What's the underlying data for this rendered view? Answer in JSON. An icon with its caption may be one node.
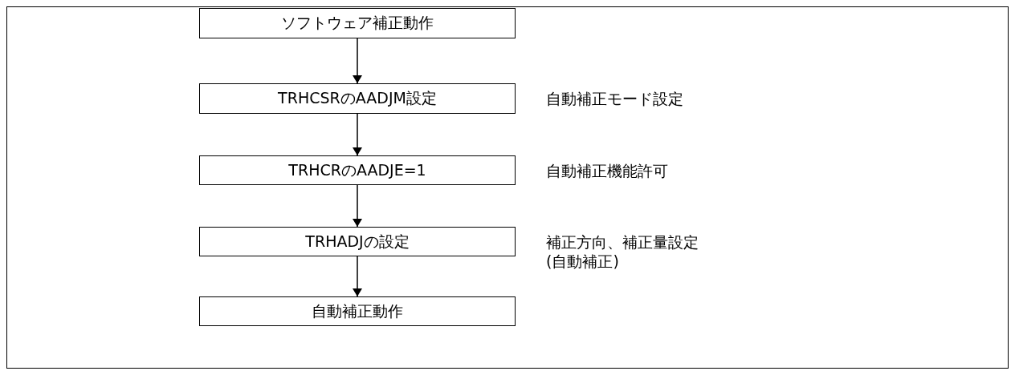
{
  "diagram": {
    "nodes": [
      {
        "text": [
          "ソフトウェア補正動作"
        ]
      },
      {
        "text": [
          "TRHCSRのAADJM設定"
        ],
        "beside": [
          "自動補正モード設定"
        ]
      },
      {
        "text": [
          "TRHCRのAADJE=1"
        ],
        "beside": [
          "自動補正機能許可"
        ]
      },
      {
        "text": [
          "TRHADJの設定"
        ],
        "beside": [
          "補正方向、補正量設定",
          "(自動補正)"
        ]
      },
      {
        "text": [
          "自動補正動作"
        ]
      }
    ],
    "edges": [
      {
        "from": 0,
        "to": 1,
        "arrow": "to"
      },
      {
        "from": 1,
        "to": 2,
        "arrow": "to"
      },
      {
        "from": 2,
        "to": 3,
        "arrow": "to"
      },
      {
        "from": 3,
        "to": 4,
        "arrow": "to"
      }
    ]
  }
}
